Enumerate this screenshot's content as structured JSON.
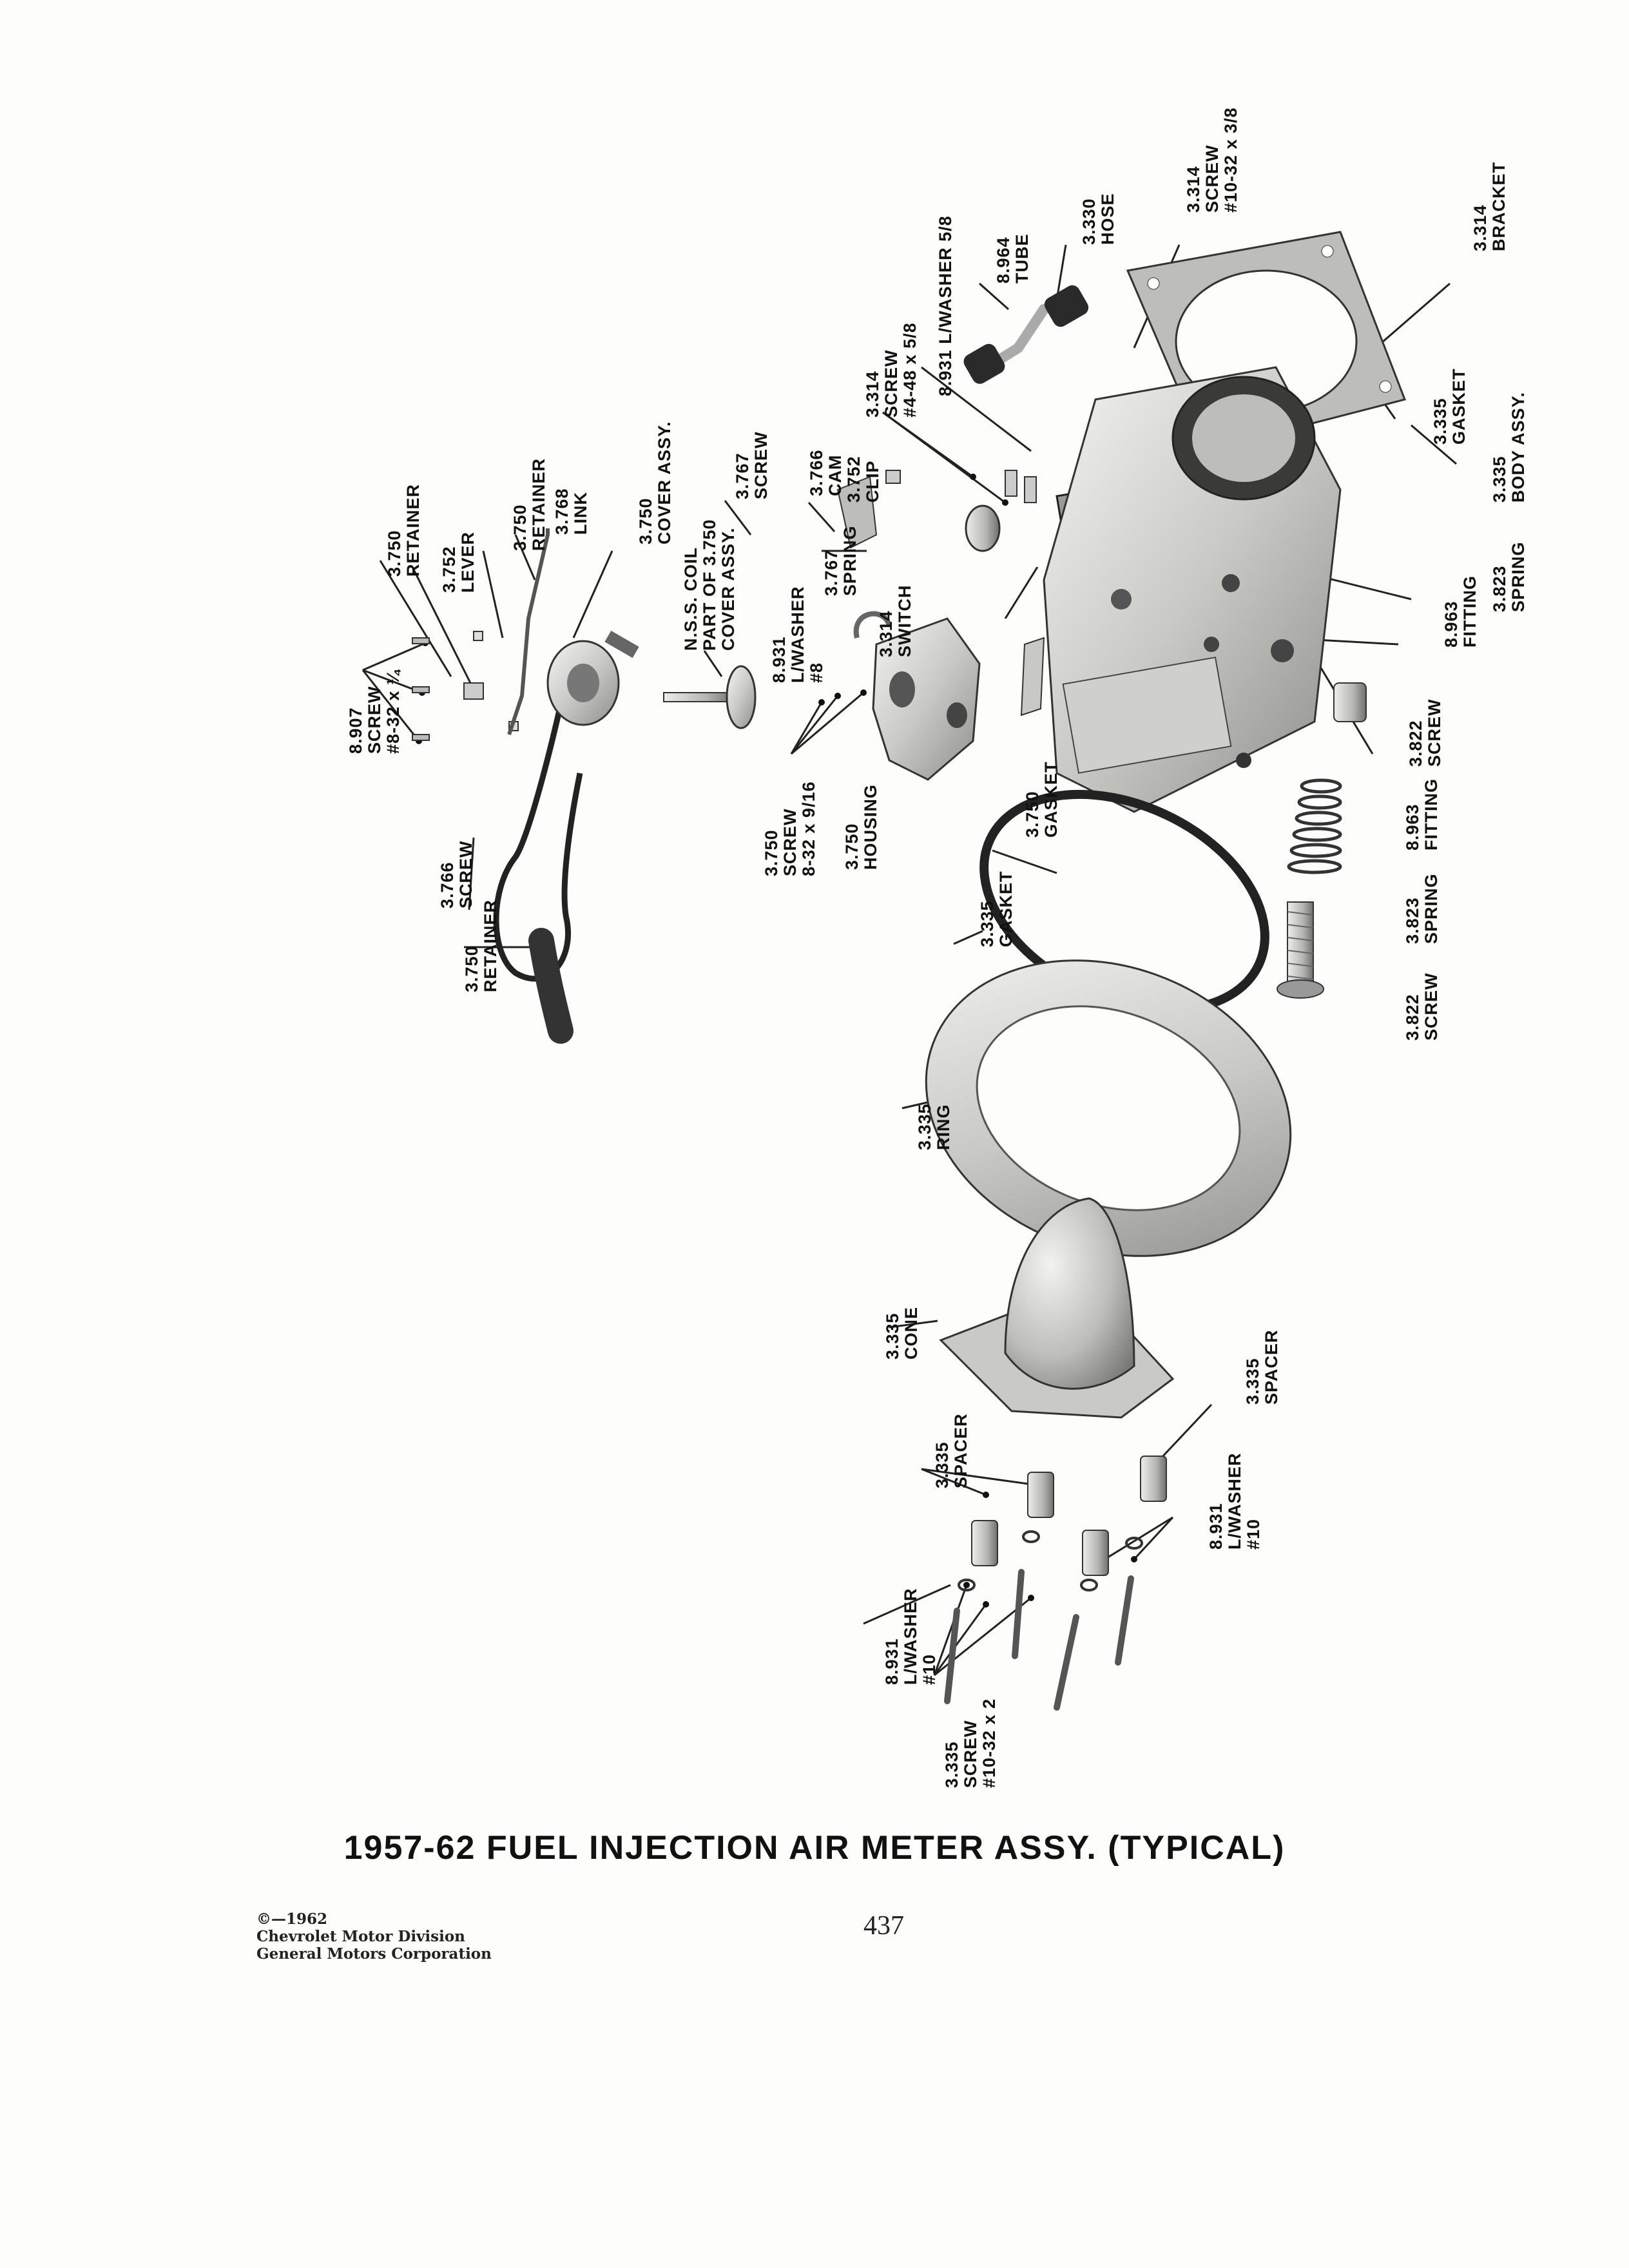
{
  "caption": "1957-62 FUEL INJECTION AIR METER ASSY. (TYPICAL)",
  "page_number": "437",
  "copyright": [
    "©—1962",
    "Chevrolet Motor Division",
    "General Motors Corporation"
  ],
  "labels": [
    [
      "8.907",
      "SCREW",
      "#8-32 x ¼"
    ],
    [
      "3.750",
      "RETAINER"
    ],
    [
      "3.752",
      "LEVER"
    ],
    [
      "3.750",
      "RETAINER"
    ],
    [
      "3.768",
      "LINK"
    ],
    [
      "3.750",
      "COVER ASSY."
    ],
    [
      "3.766",
      "SCREW"
    ],
    [
      "3.750",
      "RETAINER"
    ],
    [
      "N.S.S. COIL",
      "PART OF 3.750",
      "COVER ASSY."
    ],
    [
      "8.931",
      "L/WASHER",
      "#8"
    ],
    [
      "3.767",
      "SCREW"
    ],
    [
      "3.766",
      "CAM"
    ],
    [
      "3.752",
      "CLIP"
    ],
    [
      "3.767",
      "SPRING"
    ],
    [
      "3.314",
      "SWITCH"
    ],
    [
      "3.750",
      "SCREW",
      "8-32 x 9/16"
    ],
    [
      "3.750",
      "HOUSING"
    ],
    [
      "3.750",
      "GASKET"
    ],
    [
      "3.314",
      "SCREW",
      "#4-48 x 5/8"
    ],
    [
      "8.931 L/WASHER 5/8"
    ],
    [
      "8.964",
      "TUBE"
    ],
    [
      "3.330",
      "HOSE"
    ],
    [
      "3.314",
      "SCREW",
      "#10-32 x 3/8"
    ],
    [
      "3.314",
      "BRACKET"
    ],
    [
      "3.335",
      "GASKET"
    ],
    [
      "3.335",
      "BODY ASSY."
    ],
    [
      "3.823",
      "SPRING"
    ],
    [
      "8.963",
      "FITTING"
    ],
    [
      "3.822",
      "SCREW"
    ],
    [
      "8.963",
      "FITTING"
    ],
    [
      "3.823",
      "SPRING"
    ],
    [
      "3.822",
      "SCREW"
    ],
    [
      "3.335",
      "GASKET"
    ],
    [
      "3.335",
      "RING"
    ],
    [
      "3.335",
      "CONE"
    ],
    [
      "3.335",
      "SPACER"
    ],
    [
      "3.335",
      "SPACER"
    ],
    [
      "8.931",
      "L/WASHER",
      "#10"
    ],
    [
      "8.931",
      "L/WASHER",
      "#10"
    ],
    [
      "3.335",
      "SCREW",
      "#10-32 x 2"
    ]
  ]
}
